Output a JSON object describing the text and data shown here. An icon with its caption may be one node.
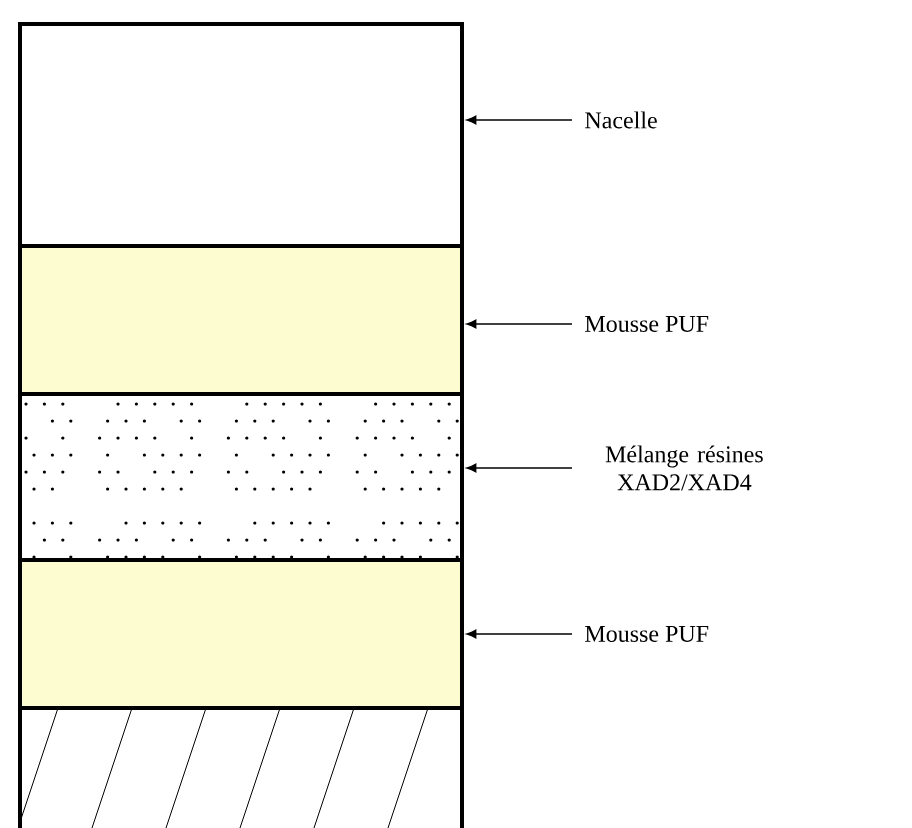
{
  "diagram": {
    "nodes": [
      {
        "text": [],
        "shape": "box"
      },
      {
        "text": [],
        "shape": "box"
      },
      {
        "text": [],
        "shape": "box"
      },
      {
        "text": [],
        "shape": "box"
      },
      {
        "text": [],
        "shape": "box"
      },
      {
        "text": [
          "Nacelle"
        ]
      },
      {
        "text": [
          "Mousse PUF"
        ]
      },
      {
        "text": [
          "Mélange résines XAD2/XAD4"
        ]
      },
      {
        "text": [
          "Mousse PUF"
        ]
      }
    ],
    "edges": [
      {
        "from": 5,
        "to": 0,
        "arrow": "to"
      },
      {
        "from": 6,
        "to": 1,
        "arrow": "to"
      },
      {
        "from": 7,
        "to": 2,
        "arrow": "to"
      },
      {
        "from": 8,
        "to": 3,
        "arrow": "to"
      }
    ]
  }
}
